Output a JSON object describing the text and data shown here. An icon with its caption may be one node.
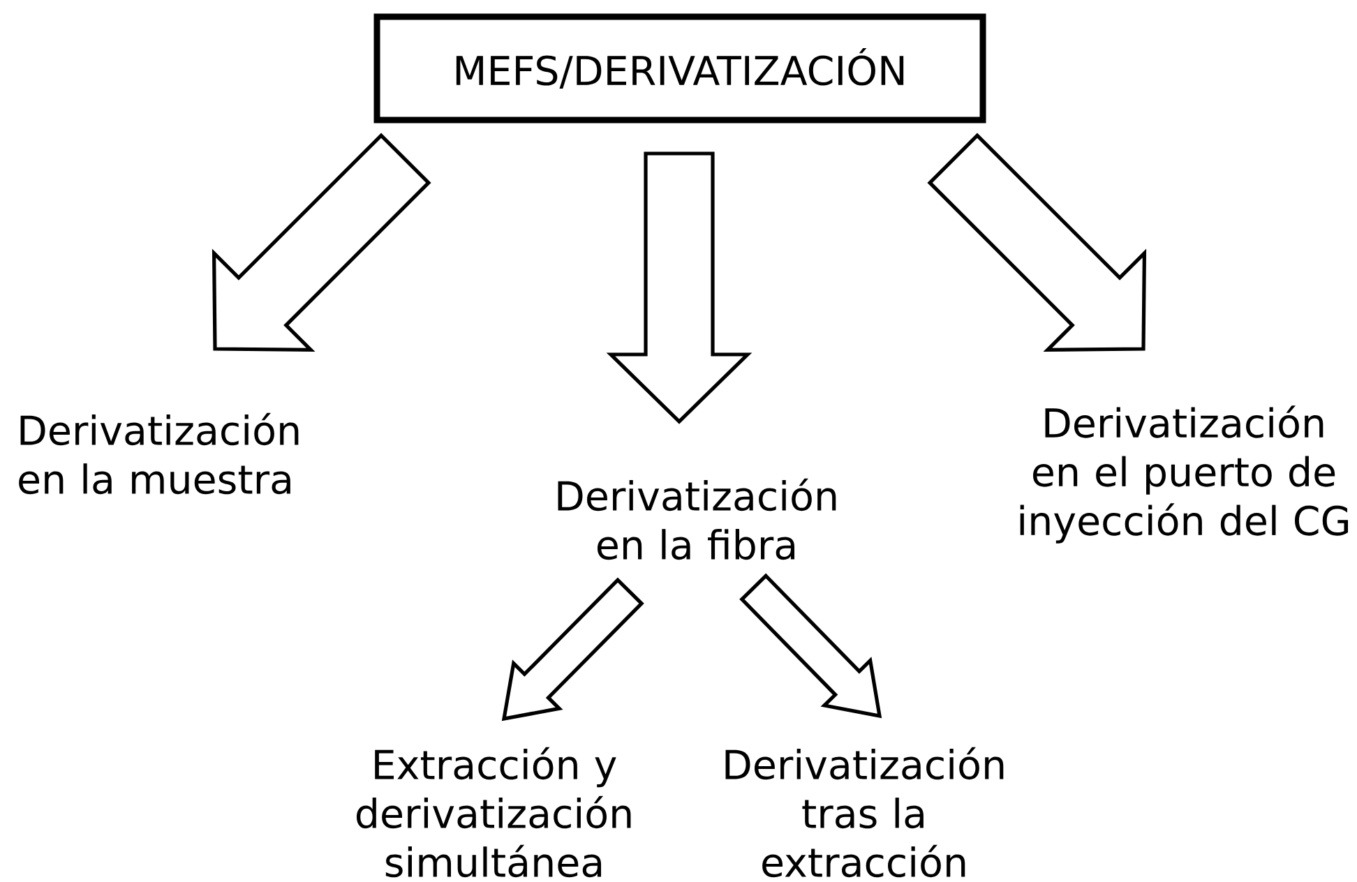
{
  "diagram": {
    "nodes": [
      {
        "text": [
          "MEFS/DERIVATIZACIÓN"
        ]
      },
      {
        "text": [
          "Derivatización en la muestra"
        ]
      },
      {
        "text": [
          "Derivatización en la fibra"
        ]
      },
      {
        "text": [
          "Derivatización en el puerto de inyección del CG"
        ]
      },
      {
        "text": [
          "Extracción y derivatización simultánea"
        ]
      },
      {
        "text": [
          "Derivatización tras la extracción"
        ]
      }
    ],
    "edges": [
      {
        "from": 0,
        "to": 1,
        "arrow": "to"
      },
      {
        "from": 0,
        "to": 2,
        "arrow": "to"
      },
      {
        "from": 0,
        "to": 3,
        "arrow": "to"
      },
      {
        "from": 2,
        "to": 4,
        "arrow": "to"
      },
      {
        "from": 2,
        "to": 5,
        "arrow": "to"
      }
    ]
  }
}
